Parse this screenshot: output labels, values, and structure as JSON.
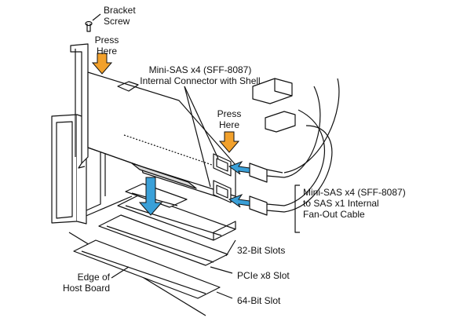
{
  "labels": {
    "bracket_screw_1": "Bracket",
    "bracket_screw_2": "Screw",
    "press_here_left_1": "Press",
    "press_here_left_2": "Here",
    "press_here_right_1": "Press",
    "press_here_right_2": "Here",
    "connector_1": "Mini-SAS x4 (SFF-8087)",
    "connector_2": "Internal Connector with Shell",
    "cable_1": "Mini-SAS x4 (SFF-8087)",
    "cable_2": "to SAS x1 Internal",
    "cable_3": "Fan-Out Cable",
    "slot_32bit": "32-Bit Slots",
    "slot_pcie": "PCIe x8 Slot",
    "slot_64bit": "64-Bit Slot",
    "edge_1": "Edge of",
    "edge_2": "Host Board"
  },
  "colors": {
    "line": "#111111",
    "arrow_orange": "#f2a12c",
    "arrow_blue": "#3aa0d8",
    "shade": "#d9d9d9"
  }
}
